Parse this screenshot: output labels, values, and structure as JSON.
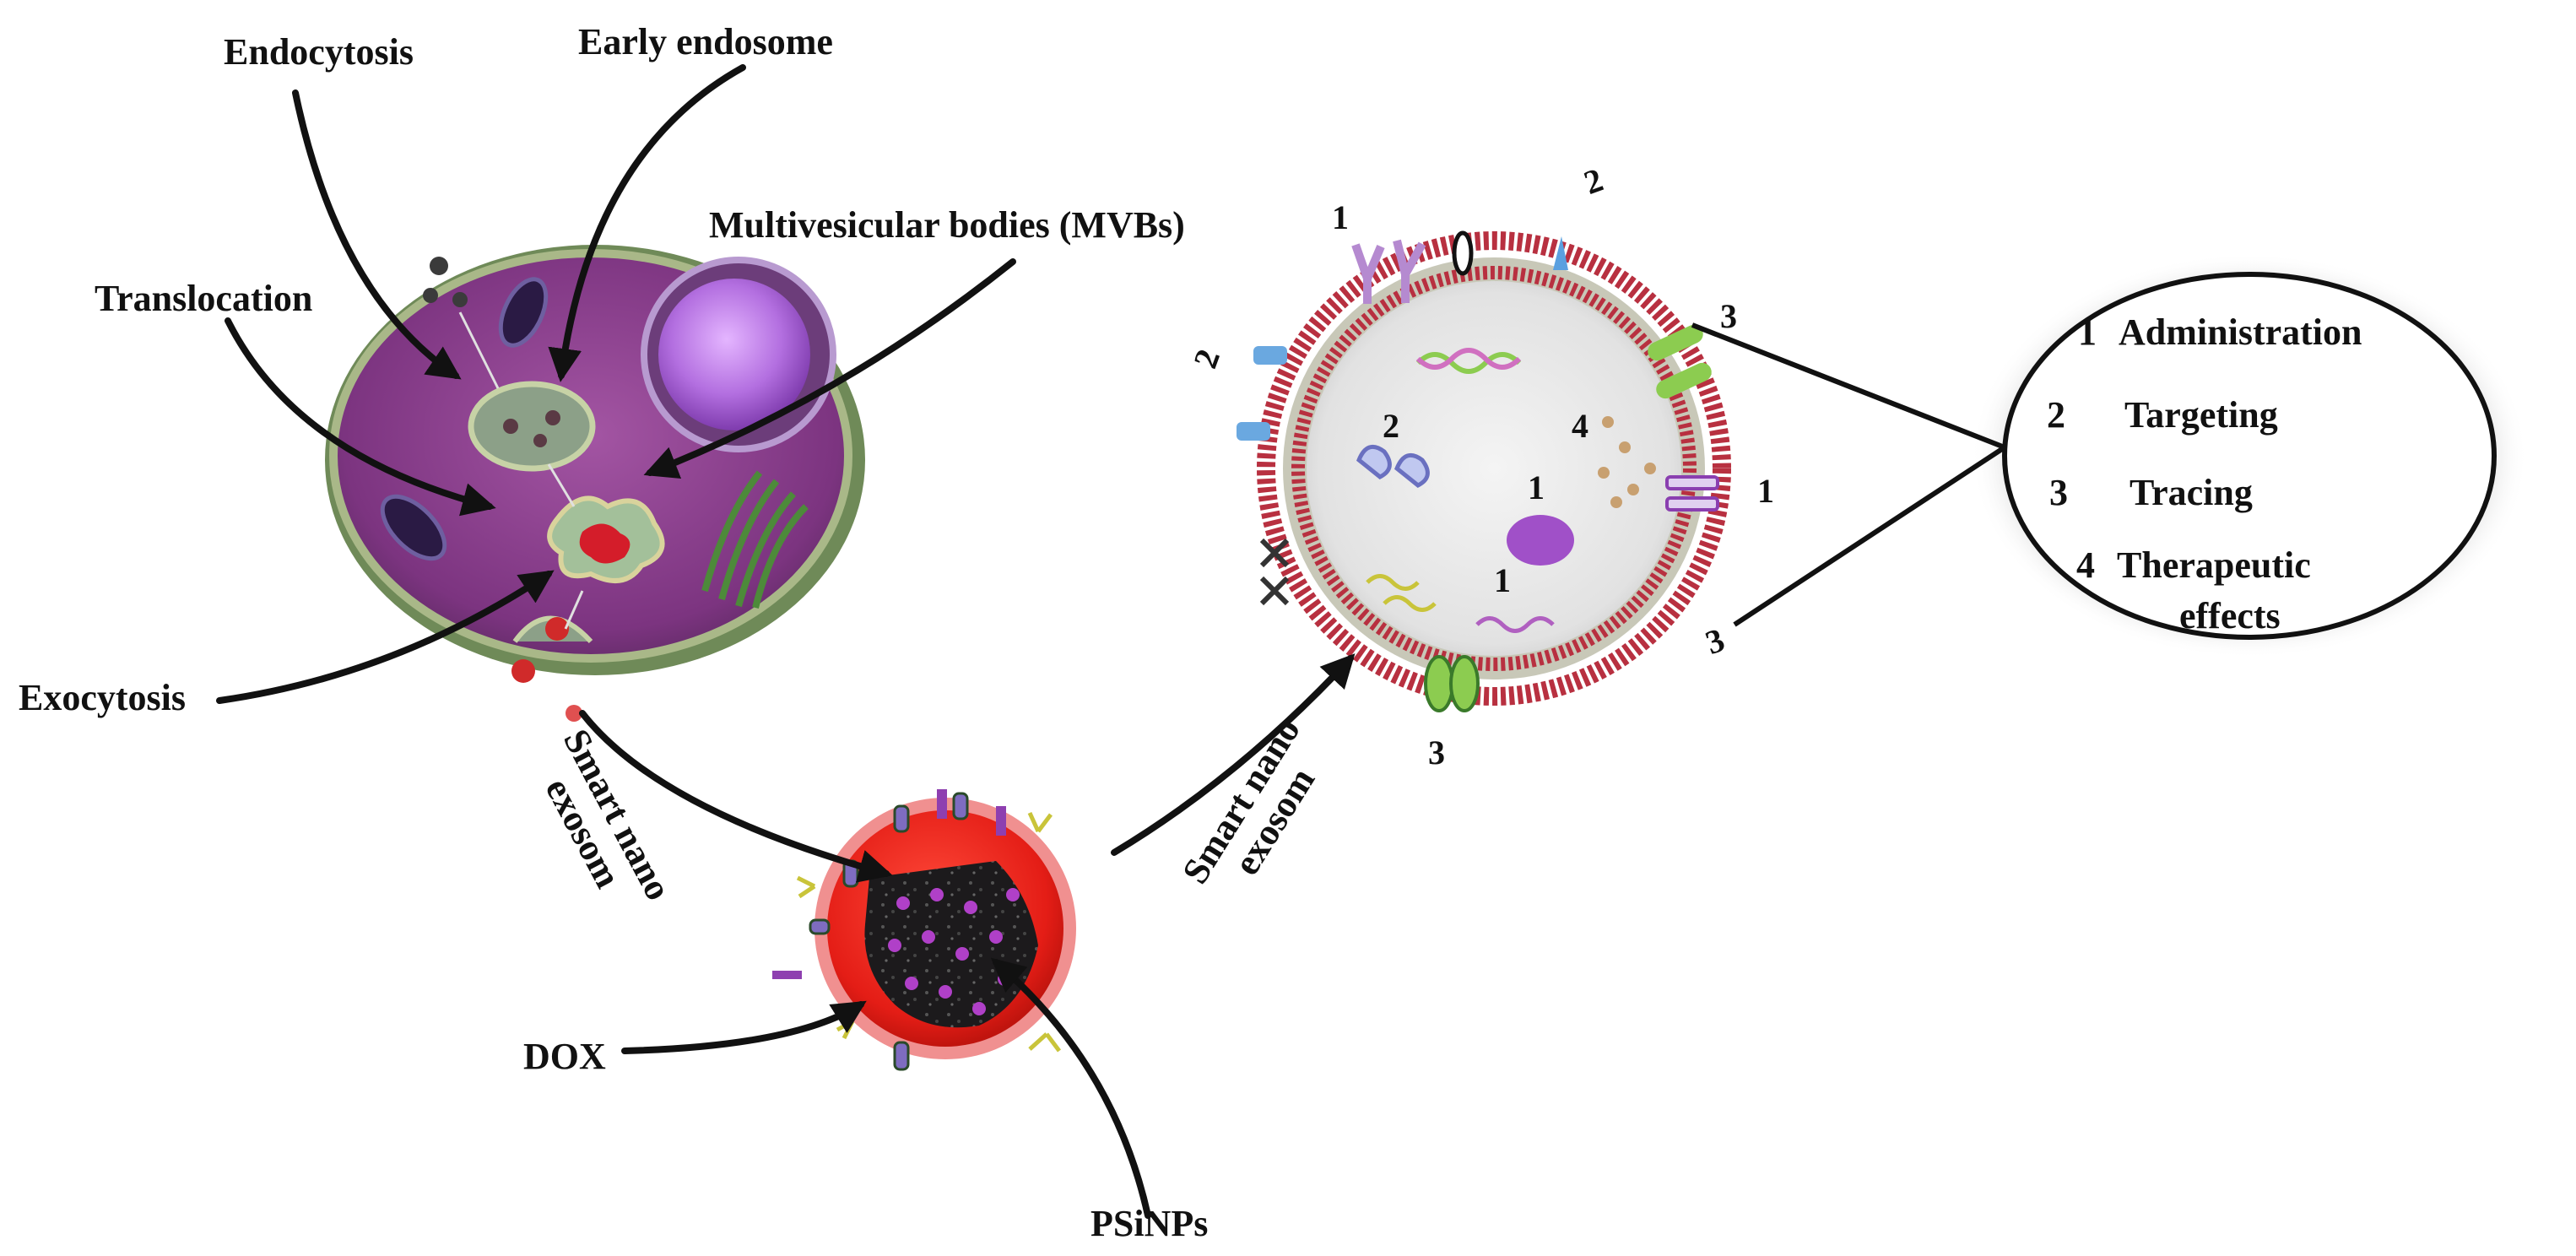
{
  "cell": {
    "labels": {
      "endocytosis": "Endocytosis",
      "early_endosome": "Early endosome",
      "mvbs": "Multivesicular bodies (MVBs)",
      "translocation": "Translocation",
      "exocytosis": "Exocytosis"
    }
  },
  "nanoparticle": {
    "labels": {
      "dox": "DOX",
      "psinps": "PSiNPs",
      "smart_nano_left_1": "Smart nano",
      "smart_nano_left_2": "exosom",
      "smart_nano_right_1": "Smart nano",
      "smart_nano_right_2": "exosom"
    }
  },
  "exosome": {
    "numbers": {
      "n_top_left": "1",
      "n_top_right": "2",
      "n_right_upper": "3",
      "n_left": "2",
      "n_inner_2": "2",
      "n_inner_4": "4",
      "n_inner_1_mid": "1",
      "n_inner_1_low": "1",
      "n_right_1": "1",
      "n_right_lower": "3",
      "n_bottom": "3"
    }
  },
  "legend": {
    "items": [
      {
        "num": "1",
        "text": "Administration"
      },
      {
        "num": "2",
        "text": "Targeting"
      },
      {
        "num": "3",
        "text": "Tracing"
      },
      {
        "num": "4",
        "text": "Therapeutic"
      }
    ],
    "item4_line2": "effects"
  },
  "colors": {
    "cell_fill": "#8a3f8c",
    "membrane": "#9aa878",
    "nucleus": "#a35bd0",
    "exosome_membrane": "#b83040",
    "nanoparticle_red": "#e8201a",
    "core_dark": "#1c1a1c",
    "dox_purple": "#b040c8"
  }
}
